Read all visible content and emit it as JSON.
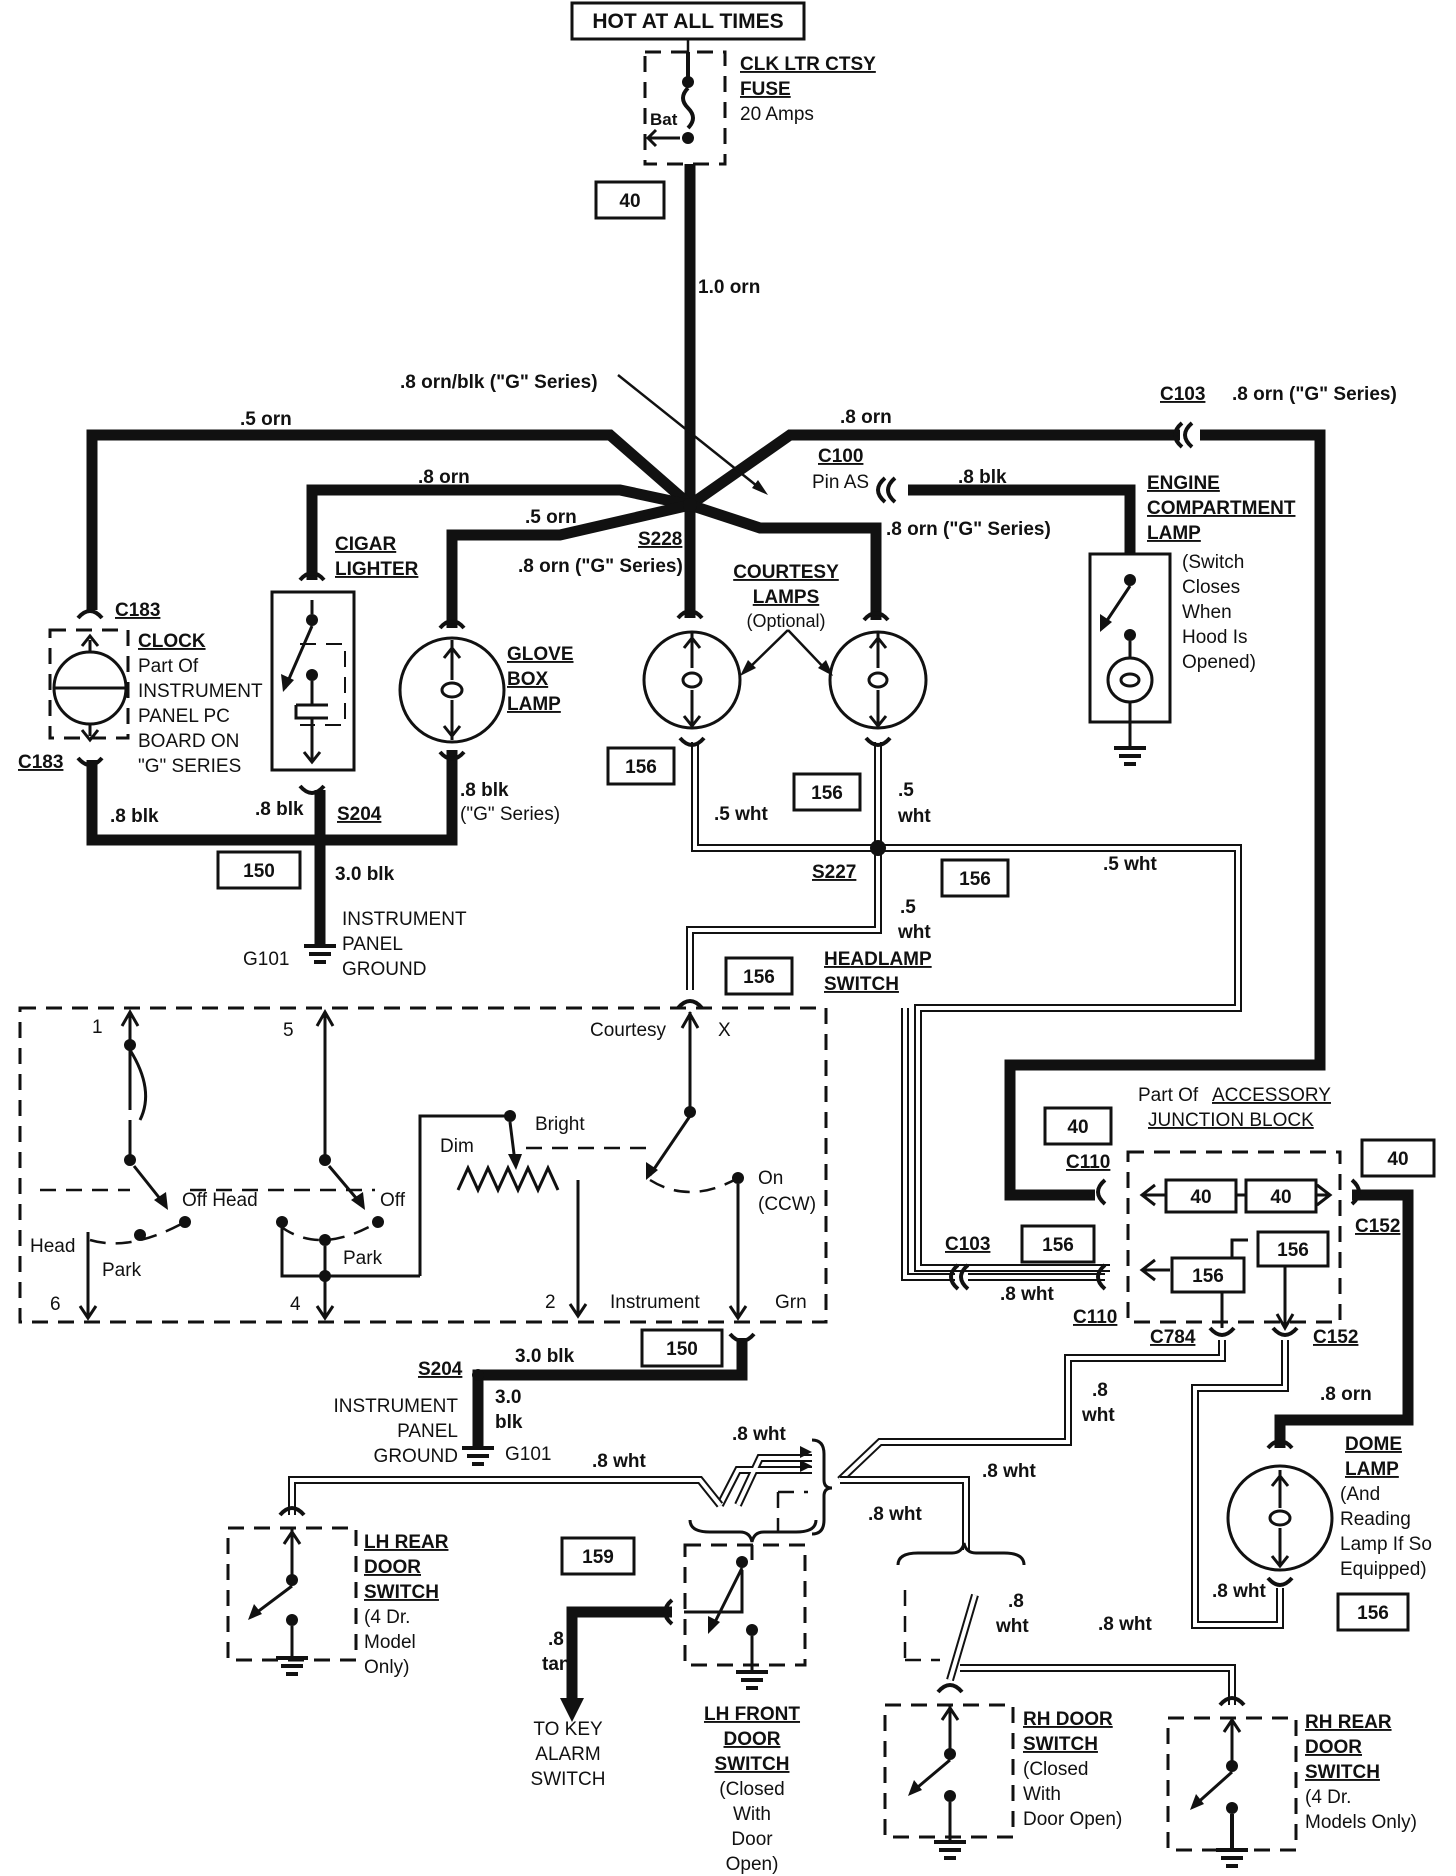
{
  "header": {
    "hot_at_all_times": "HOT AT ALL TIMES"
  },
  "fuse": {
    "name_line1": "CLK LTR CTSY",
    "name_line2": "FUSE",
    "rating": "20 Amps",
    "bat_label": "Bat"
  },
  "ref_boxes": {
    "b40_fuse": "40",
    "b156_left": "156",
    "b156_mid": "156",
    "b150_top": "150",
    "b156_s227": "156",
    "b156_switch": "156",
    "b150_bottom": "150",
    "b40_junction": "40",
    "b40_right": "40",
    "b40_inner_left": "40",
    "b40_inner_right": "40",
    "b156_c103": "156",
    "b156_inner_left": "156",
    "b156_inner_right": "156",
    "b159": "159",
    "b156_dome": "156"
  },
  "wires": {
    "main_1_0_orn": "1.0 orn",
    "orn_blk_g": ".8 orn/blk (\"G\" Series)",
    "left_5_orn": ".5 orn",
    "top_8_orn": ".8 orn",
    "c103_8_orn_g": ".8 orn (\"G\" Series)",
    "cigar_8_orn": ".8 orn",
    "glove_5_orn": ".5 orn",
    "s228_8_orn_g": ".8 orn (\"G\" Series)",
    "c100_8_blk": ".8 blk",
    "courtesy_8_orn_g": ".8 orn (\"G\" Series)",
    "clock_8_blk": ".8 blk",
    "cigar_8_blk": ".8 blk",
    "glove_8_blk": ".8 blk",
    "glove_blk_g": "(\"G\" Series)",
    "gnd_3_0_blk": "3.0 blk",
    "lamp_5_wht_left": ".5 wht",
    "lamp_5_wht_right_1": ".5",
    "lamp_5_wht_right_2": "wht",
    "s227_5_wht_right": ".5 wht",
    "hs_5_wht_1": ".5",
    "hs_5_wht_2": "wht",
    "c103_8_wht": ".8 wht",
    "s204_3_0_blk": "3.0 blk",
    "g101_3_0": "3.0",
    "g101_blk": "blk",
    "lh_front_8_wht": ".8 wht",
    "lh_rear_8_wht": ".8 wht",
    "c784_8_wht_1": ".8",
    "c784_8_wht_2": "wht",
    "rh_8_wht": ".8 wht",
    "brace_8_wht": ".8 wht",
    "rh_door_8_wht_1": ".8",
    "rh_door_8_wht_2": "wht",
    "rh_rear_8_wht": ".8 wht",
    "dome_8_orn": ".8 orn",
    "dome_8_wht": ".8 wht",
    "tan_1": ".8",
    "tan_2": "tan"
  },
  "connectors": {
    "c103_top": "C103",
    "c100": "C100",
    "pin_as": "Pin AS",
    "s228": "S228",
    "c183_top": "C183",
    "c183_bottom": "C183",
    "s204_top": "S204",
    "s227": "S227",
    "g101_top": "G101",
    "c110_top": "C110",
    "c110_bottom": "C110",
    "c103_mid": "C103",
    "c152_top": "C152",
    "c152_bottom": "C152",
    "c784": "C784",
    "s204_bottom": "S204",
    "g101_bottom": "G101"
  },
  "components": {
    "engine_lamp": {
      "l1": "ENGINE",
      "l2": "COMPARTMENT",
      "l3": "LAMP",
      "n1": "(Switch",
      "n2": "Closes",
      "n3": "When",
      "n4": "Hood Is",
      "n5": "Opened)"
    },
    "cigar": {
      "l1": "CIGAR",
      "l2": "LIGHTER"
    },
    "clock": {
      "l1": "CLOCK",
      "n1": "Part Of",
      "n2": "INSTRUMENT",
      "n3": "PANEL PC",
      "n4": "BOARD ON",
      "n5": "\"G\" SERIES"
    },
    "glove": {
      "l1": "GLOVE",
      "l2": "BOX",
      "l3": "LAMP"
    },
    "courtesy": {
      "l1": "COURTESY",
      "l2": "LAMPS",
      "n1": "(Optional)"
    },
    "ip_ground_top": {
      "l1": "INSTRUMENT",
      "l2": "PANEL",
      "l3": "GROUND"
    },
    "headlamp": {
      "l1": "HEADLAMP",
      "l2": "SWITCH"
    },
    "switch_labels": {
      "courtesy": "Courtesy",
      "x": "X",
      "pin1": "1",
      "pin5": "5",
      "bright": "Bright",
      "dim": "Dim",
      "on": "On",
      "ccw": "(CCW)",
      "off_head": "Off Head",
      "off": "Off",
      "head": "Head",
      "park1": "Park",
      "park2": "Park",
      "pin6": "6",
      "pin4": "4",
      "pin2": "2",
      "instrument": "Instrument",
      "grn": "Grn"
    },
    "junction": {
      "l1": "Part Of ",
      "l2": "ACCESSORY",
      "l3": "JUNCTION BLOCK"
    },
    "ip_ground_bottom": {
      "l1": "INSTRUMENT",
      "l2": "PANEL",
      "l3": "GROUND"
    },
    "dome": {
      "l1": "DOME",
      "l2": "LAMP",
      "n1": "(And",
      "n2": "Reading",
      "n3": "Lamp If So",
      "n4": "Equipped)"
    },
    "lh_rear": {
      "l1": "LH REAR",
      "l2": "DOOR",
      "l3": "SWITCH",
      "n1": "(4 Dr.",
      "n2": "Model",
      "n3": "Only)"
    },
    "key_alarm": {
      "l1": "TO KEY",
      "l2": "ALARM",
      "l3": "SWITCH"
    },
    "lh_front": {
      "l1": "LH FRONT",
      "l2": "DOOR",
      "l3": "SWITCH",
      "n1": "(Closed",
      "n2": "With",
      "n3": "Door",
      "n4": "Open)"
    },
    "rh_door": {
      "l1": "RH DOOR",
      "l2": "SWITCH",
      "n1": "(Closed",
      "n2": "With",
      "n3": "Door Open)"
    },
    "rh_rear": {
      "l1": "RH REAR",
      "l2": "DOOR",
      "l3": "SWITCH",
      "n1": "(4 Dr.",
      "n2": "Models Only)"
    }
  }
}
